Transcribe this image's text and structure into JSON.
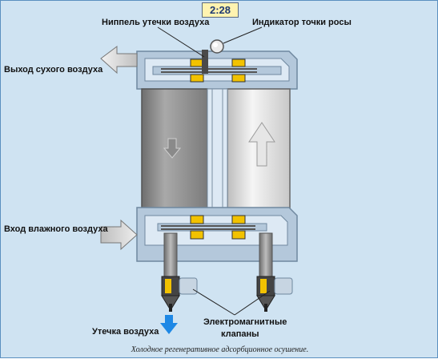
{
  "badge": "2:28",
  "labels": {
    "leak_nipple": "Ниппель утечки воздуха",
    "dew_point": "Индикатор точки росы",
    "dry_out": "Выход сухого воздуха",
    "wet_in": "Вход влажного воздуха",
    "leak_out": "Утечка воздуха",
    "solenoid_1": "Электромагнитные",
    "solenoid_2": "клапаны"
  },
  "caption": "Холодное регенеративное адсорбционное осушение.",
  "colors": {
    "background": "#cfe3f2",
    "housing": "#b4c8db",
    "cylinder": "#8e8e8e",
    "valve_block": "#f2c200",
    "leak_arrow": "#1e88e5"
  }
}
